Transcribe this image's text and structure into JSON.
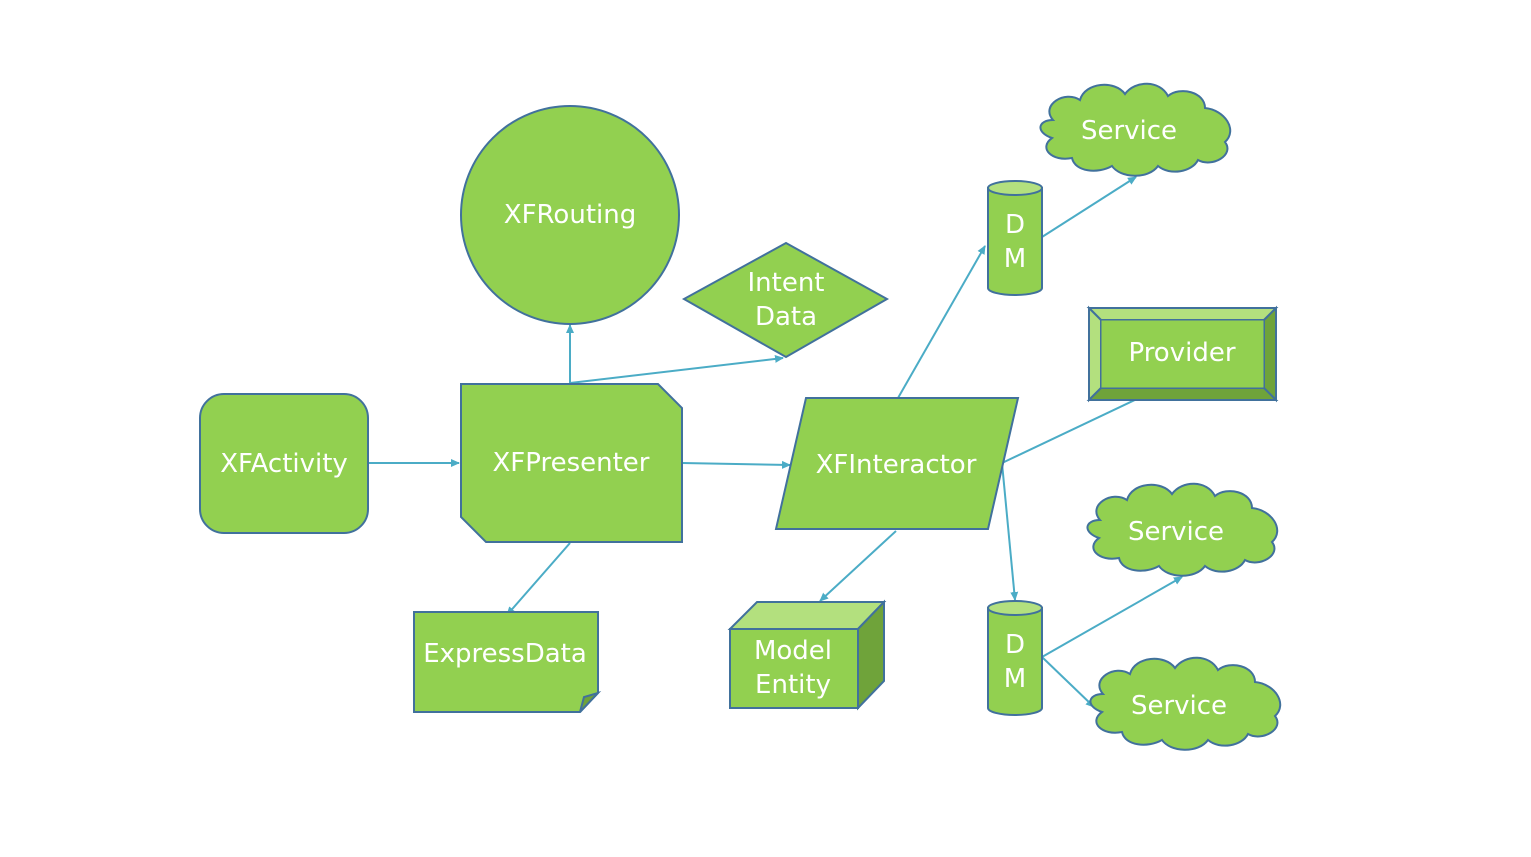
{
  "nodes": {
    "xfactivity": "XFActivity",
    "xfpresenter": "XFPresenter",
    "xfrouting": "XFRouting",
    "intent_data": [
      "Intent",
      "Data"
    ],
    "expressdata": "ExpressData",
    "xfinteractor": "XFInteractor",
    "model_entity": [
      "Model",
      "Entity"
    ],
    "dm_top": [
      "D",
      "M"
    ],
    "dm_bottom": [
      "D",
      "M"
    ],
    "provider": "Provider",
    "service_top": "Service",
    "service_mid": "Service",
    "service_bottom": "Service"
  },
  "edges": [
    {
      "from": "xfactivity",
      "to": "xfpresenter"
    },
    {
      "from": "xfpresenter",
      "to": "xfrouting"
    },
    {
      "from": "xfpresenter",
      "to": "intent_data"
    },
    {
      "from": "xfpresenter",
      "to": "expressdata"
    },
    {
      "from": "xfpresenter",
      "to": "xfinteractor"
    },
    {
      "from": "xfinteractor",
      "to": "dm_top"
    },
    {
      "from": "xfinteractor",
      "to": "provider"
    },
    {
      "from": "xfinteractor",
      "to": "model_entity"
    },
    {
      "from": "xfinteractor",
      "to": "dm_bottom"
    },
    {
      "from": "dm_top",
      "to": "service_top"
    },
    {
      "from": "dm_bottom",
      "to": "service_mid"
    },
    {
      "from": "dm_bottom",
      "to": "service_bottom"
    }
  ],
  "colors": {
    "node_fill": "#92d050",
    "node_stroke": "#41719c",
    "edge": "#4bacc6",
    "text": "#ffffff"
  }
}
